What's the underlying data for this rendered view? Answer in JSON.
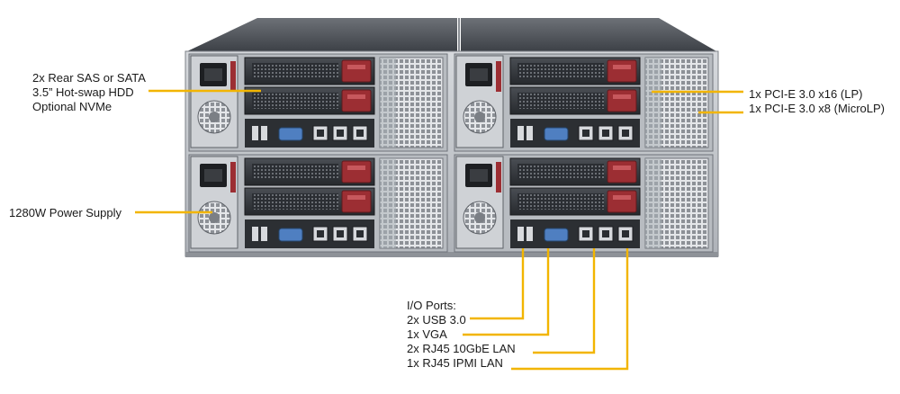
{
  "colors": {
    "leader": "#f2b500",
    "chassis_dark": "#3c4046",
    "chassis_light": "#c9cdd2",
    "drive_handle": "#9c2e33"
  },
  "labels": {
    "hdd": [
      "2x Rear SAS or SATA",
      "3.5” Hot-swap HDD",
      "Optional NVMe"
    ],
    "psu": "1280W Power Supply",
    "pcie": [
      "1x PCI-E 3.0 x16 (LP)",
      "1x PCI-E 3.0 x8 (MicroLP)"
    ],
    "io": {
      "heading": "I/O Ports:",
      "items": [
        "2x USB 3.0",
        "1x VGA",
        "2x RJ45  10GbE LAN",
        "1x RJ45  IPMI LAN"
      ]
    }
  }
}
